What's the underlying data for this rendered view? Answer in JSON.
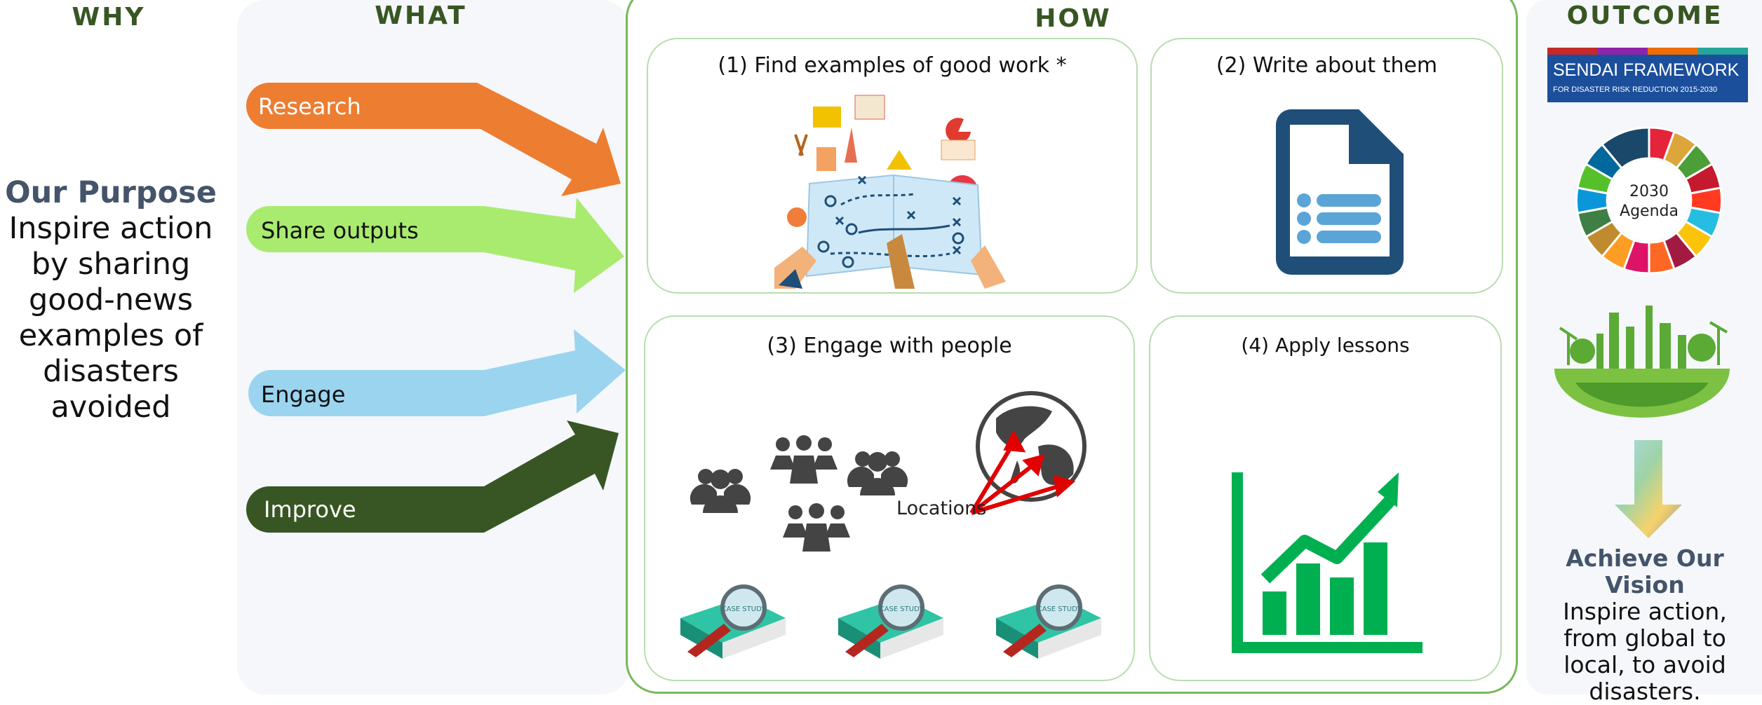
{
  "columns": {
    "why": "WHY",
    "what": "WHAT",
    "how": "HOW",
    "outcome": "OUTCOME"
  },
  "purpose": {
    "title": "Our Purpose",
    "text": "Inspire action by sharing good-news examples of disasters avoided"
  },
  "arrows": [
    {
      "label": "Research",
      "color": "#ed7d31"
    },
    {
      "label": "Share outputs",
      "color": "#a9eb6f"
    },
    {
      "label": "Engage",
      "color": "#9ad4ef"
    },
    {
      "label": "Improve",
      "color": "#375623"
    }
  ],
  "cards": {
    "c1": {
      "title": "(1) Find examples of good work *"
    },
    "c2": {
      "title": "(2) Write about them"
    },
    "c3": {
      "title": "(3) Engage with people",
      "locations_label": "Locations",
      "case_study_label": "CASE STUDY"
    },
    "c4": {
      "title": "(4) Apply lessons"
    }
  },
  "outcome": {
    "sendai": {
      "line1": "SENDAI FRAMEWORK",
      "line2": "FOR DISASTER RISK REDUCTION 2015-2030"
    },
    "agenda": {
      "line1": "2030",
      "line2": "Agenda"
    },
    "vision_title": "Achieve Our Vision",
    "vision_text": "Inspire action, from global to local, to avoid disasters."
  },
  "colors": {
    "accent_green": "#77b85a",
    "heading_green": "#375623",
    "title_slate": "#44546a",
    "doc_blue": "#1f4e79",
    "chart_green": "#00b050"
  }
}
